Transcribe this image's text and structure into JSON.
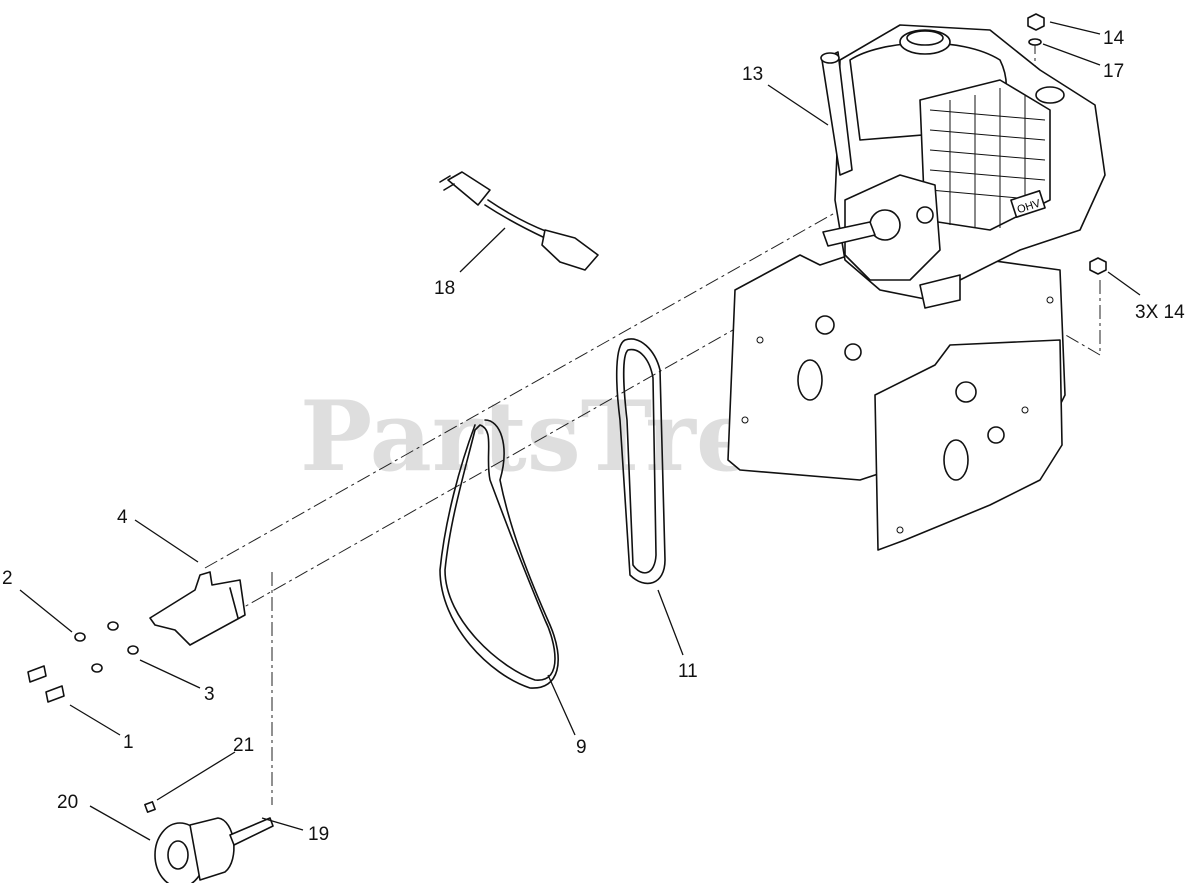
{
  "watermark": "PartsTree",
  "callouts": [
    {
      "id": "14",
      "label": "14"
    },
    {
      "id": "17",
      "label": "17"
    },
    {
      "id": "13",
      "label": "13"
    },
    {
      "id": "18",
      "label": "18"
    },
    {
      "id": "3x14",
      "label": "3X 14"
    },
    {
      "id": "4",
      "label": "4"
    },
    {
      "id": "2",
      "label": "2"
    },
    {
      "id": "3",
      "label": "3"
    },
    {
      "id": "1",
      "label": "1"
    },
    {
      "id": "11",
      "label": "11"
    },
    {
      "id": "9",
      "label": "9"
    },
    {
      "id": "21",
      "label": "21"
    },
    {
      "id": "20",
      "label": "20"
    },
    {
      "id": "19",
      "label": "19"
    }
  ],
  "engine_badge": "OHV"
}
